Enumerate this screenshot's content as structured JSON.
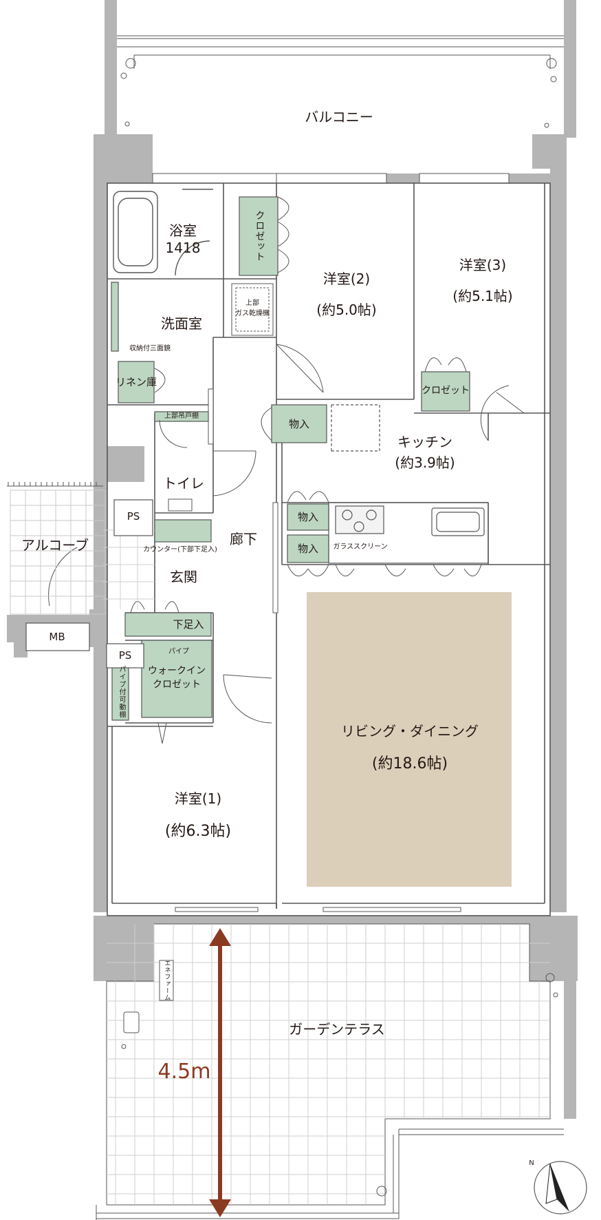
{
  "rooms": {
    "balcony": "バルコニー",
    "bath": "浴室",
    "bath_size": "1418",
    "bedroom2": "洋室(2)",
    "bedroom2_area": "(約5.0帖)",
    "bedroom3": "洋室(3)",
    "bedroom3_area": "(約5.1帖)",
    "washroom": "洗面室",
    "linen": "リネン庫",
    "mirror": "収納付三面鏡",
    "upper_shelf": "上部吊戸棚",
    "toilet": "トイレ",
    "kitchen": "キッチン",
    "kitchen_area": "(約3.9帖)",
    "hall": "廊下",
    "alcove": "アルコーブ",
    "ps1": "PS",
    "ps2": "PS",
    "mb": "MB",
    "counter": "カウンター(下部下足入)",
    "entrance": "玄関",
    "shoe": "下足入",
    "pipe": "パイプ",
    "wic_1": "ウォークイン",
    "wic_2": "クロゼット",
    "pipe_shelf": "パイプ付可動棚",
    "living": "リビング・ダイニング",
    "living_area": "(約18.6帖)",
    "bedroom1": "洋室(1)",
    "bedroom1_area": "(約6.3帖)",
    "garden": "ガーデンテラス",
    "enefarm": "エネファーム",
    "closet_v": "クロゼット",
    "closet3": "クロゼット",
    "gas_dryer_1": "上部",
    "gas_dryer_2": "ガス乾燥機",
    "storage1": "物入",
    "storage2": "物入",
    "storage3": "物入",
    "glass_screen": "ガラススクリーン"
  },
  "dimension": {
    "label": "4.5m"
  },
  "compass": {
    "label": "N"
  },
  "colors": {
    "wall": "#b5b5b5",
    "storage": "#bcd6c2",
    "living": "#dccfba",
    "arrow": "#8b3a22"
  }
}
